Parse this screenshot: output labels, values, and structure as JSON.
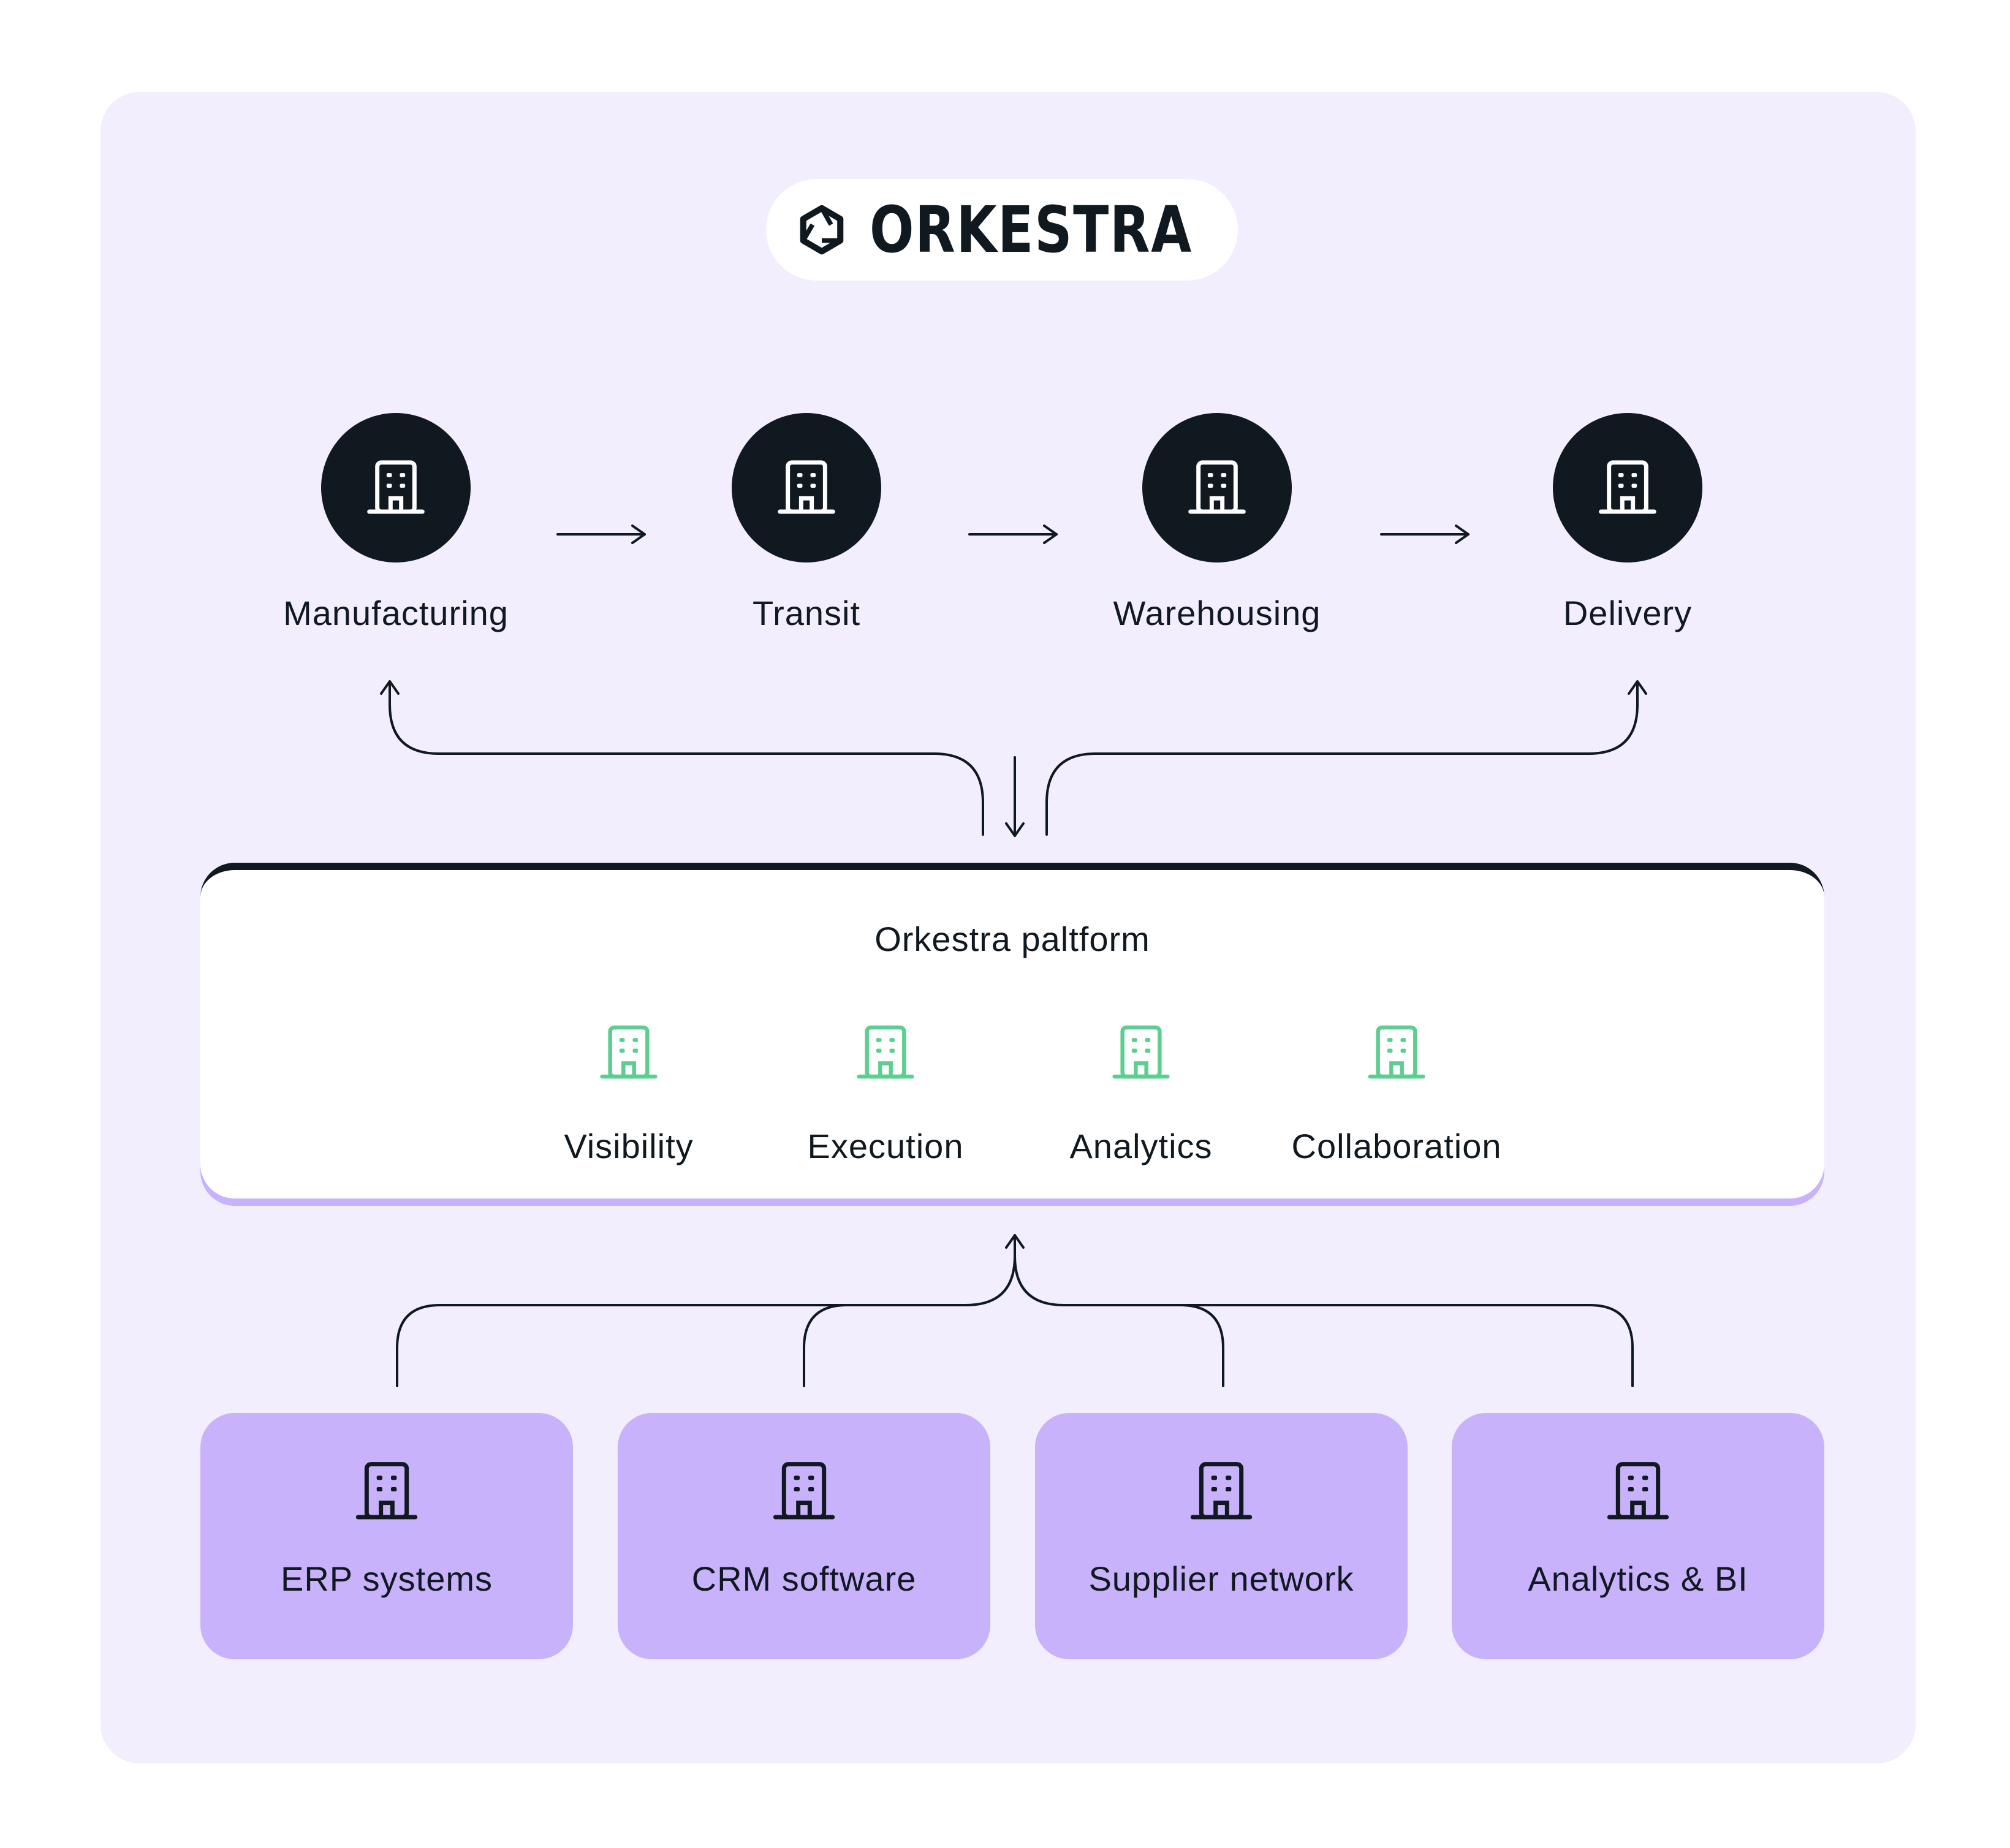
{
  "brand": {
    "name": "ORKESTRA",
    "logo_icon": "orkestra-hexagon-logo"
  },
  "flow": {
    "stages": [
      {
        "label": "Manufacturing",
        "icon": "building-icon"
      },
      {
        "label": "Transit",
        "icon": "building-icon"
      },
      {
        "label": "Warehousing",
        "icon": "building-icon"
      },
      {
        "label": "Delivery",
        "icon": "building-icon"
      }
    ]
  },
  "platform": {
    "title": "Orkestra paltform",
    "features": [
      {
        "label": "Visibility",
        "icon": "building-icon"
      },
      {
        "label": "Execution",
        "icon": "building-icon"
      },
      {
        "label": "Analytics",
        "icon": "building-icon"
      },
      {
        "label": "Collaboration",
        "icon": "building-icon"
      }
    ]
  },
  "sources": [
    {
      "label": "ERP systems",
      "icon": "building-icon"
    },
    {
      "label": "CRM software",
      "icon": "building-icon"
    },
    {
      "label": "Supplier network",
      "icon": "building-icon"
    },
    {
      "label": "Analytics & BI",
      "icon": "building-icon"
    }
  ],
  "colors": {
    "panel_bg": "#f2eefd",
    "dark": "#101820",
    "accent_purple": "#c7b2fb",
    "feature_green": "#5ccf90",
    "white": "#ffffff"
  }
}
